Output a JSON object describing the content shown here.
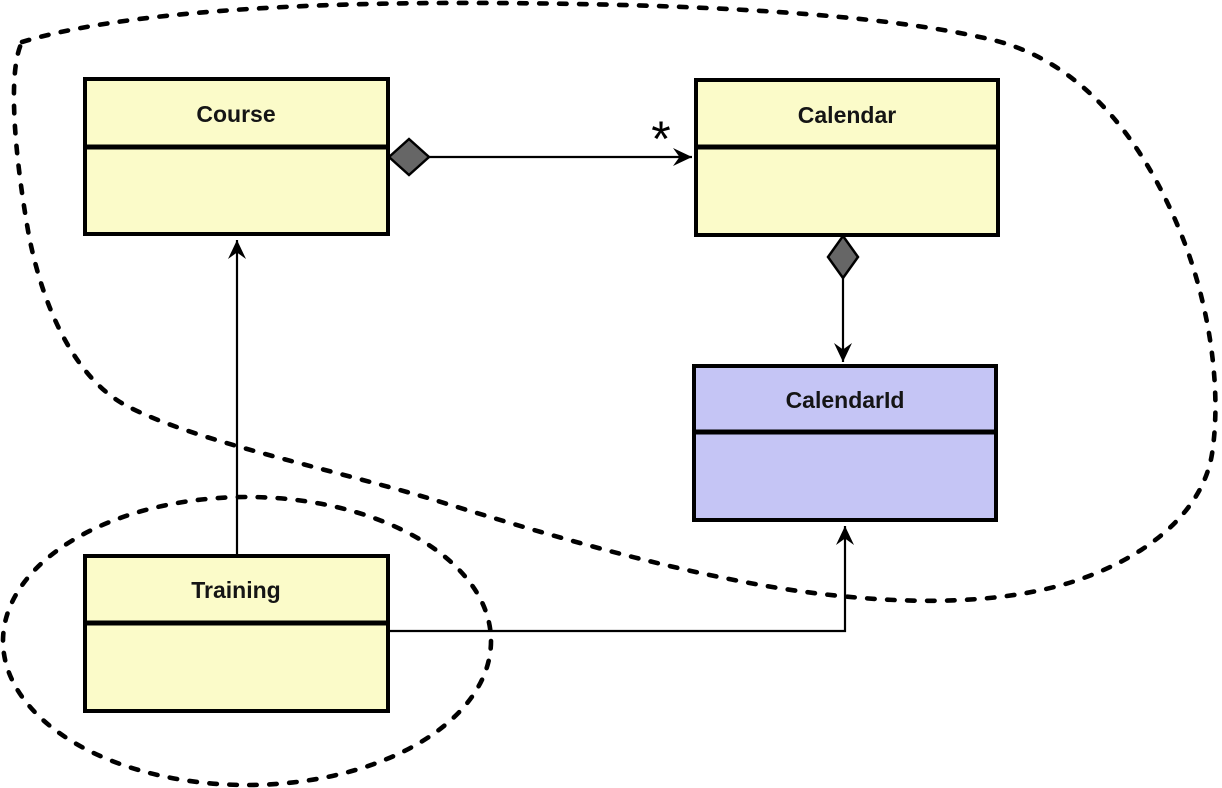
{
  "diagram": {
    "kind": "uml-class-diagram",
    "background": "#ffffff"
  },
  "classes": [
    {
      "id": "course",
      "name": "Course",
      "fill": "#FBFBC9"
    },
    {
      "id": "calendar",
      "name": "Calendar",
      "fill": "#FBFBC9"
    },
    {
      "id": "calendarid",
      "name": "CalendarId",
      "fill": "#C5C5F5"
    },
    {
      "id": "training",
      "name": "Training",
      "fill": "#FBFBC9"
    }
  ],
  "relations": [
    {
      "from": "Course",
      "to": "Calendar",
      "type": "aggregation-arrow",
      "multiplicity": "*"
    },
    {
      "from": "Calendar",
      "to": "CalendarId",
      "type": "aggregation-arrow",
      "multiplicity": ""
    },
    {
      "from": "Training",
      "to": "Course",
      "type": "directed-association",
      "multiplicity": ""
    },
    {
      "from": "Training",
      "to": "CalendarId",
      "type": "directed-association",
      "multiplicity": ""
    }
  ],
  "boundaries": [
    {
      "shape": "freeform-blob",
      "style": "dotted",
      "encloses": "Course, Calendar, CalendarId"
    },
    {
      "shape": "ellipse",
      "style": "dotted",
      "encloses": "Training"
    }
  ],
  "colors": {
    "node_yellow": "#FBFBC9",
    "node_purple": "#C5C5F5",
    "diamond_gray": "#666666",
    "line": "#000000",
    "text": "#151515"
  }
}
